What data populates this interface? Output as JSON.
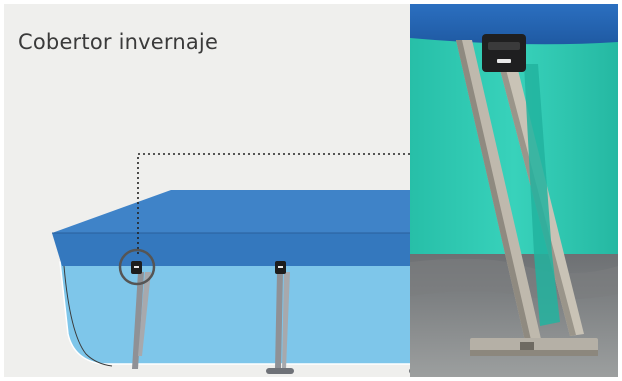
{
  "title": "Cobertor invernaje",
  "colors": {
    "background": "#efefed",
    "cover_top": "#3f83c8",
    "cover_shadow": "#2f6eb0",
    "pool_wall": "#7ec6ea",
    "pool_wall_dark": "#5aaedc",
    "leg": "#8f9196",
    "photo_wall": "#2fc9b3",
    "photo_cover": "#2b67b3"
  },
  "icons": [
    "strap-clip-icon",
    "leader-line",
    "highlight-circle"
  ]
}
